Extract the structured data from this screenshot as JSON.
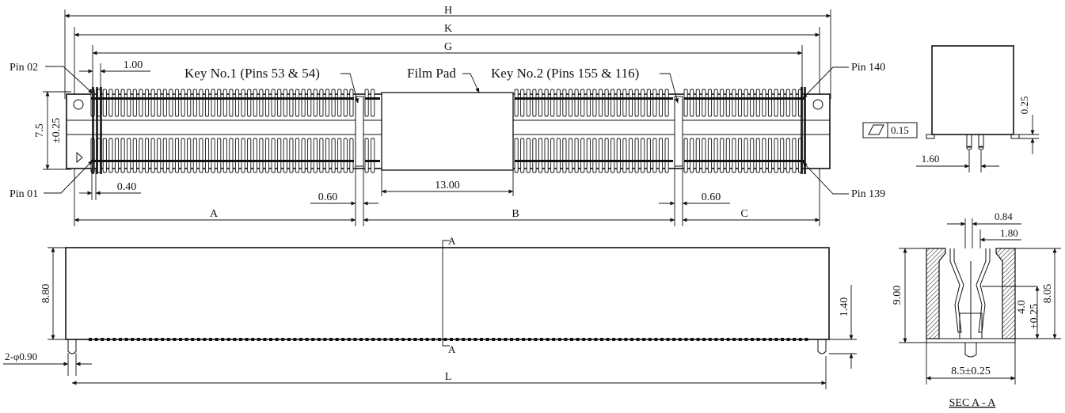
{
  "top_view": {
    "dims": {
      "H": "H",
      "K": "K",
      "G": "G",
      "pitch": "1.00",
      "A": "A",
      "B": "B",
      "C": "C",
      "key_gap_left": "0.60",
      "key_gap_right": "0.60",
      "pad_width": "13.00",
      "pin_width": "0.40",
      "height": "7.5",
      "tolerance": "±0.25"
    },
    "labels": {
      "pin02": "Pin 02",
      "pin01": "Pin 01",
      "pin140": "Pin 140",
      "pin139": "Pin 139",
      "key1": "Key No.1 (Pins 53 & 54)",
      "key2": "Key No.2 (Pins 155 & 116)",
      "film_pad": "Film Pad"
    }
  },
  "front_view": {
    "dims": {
      "height": "8.80",
      "pin_len": "1.40",
      "holes": "2-φ0.90",
      "L": "L"
    },
    "section_marks": {
      "top": "A",
      "bottom": "A"
    }
  },
  "side_view": {
    "flatness": "0.15",
    "dims": {
      "lead_pitch": "1.60",
      "standoff": "0.25"
    }
  },
  "section_view": {
    "dims": {
      "contact": "0.84",
      "gap": "1.80",
      "height": "9.00",
      "inner_height": "8.05",
      "mid_height": "4.0",
      "mid_tol": "±0.25",
      "width": "8.5±0.25"
    },
    "title": "SEC A - A"
  }
}
